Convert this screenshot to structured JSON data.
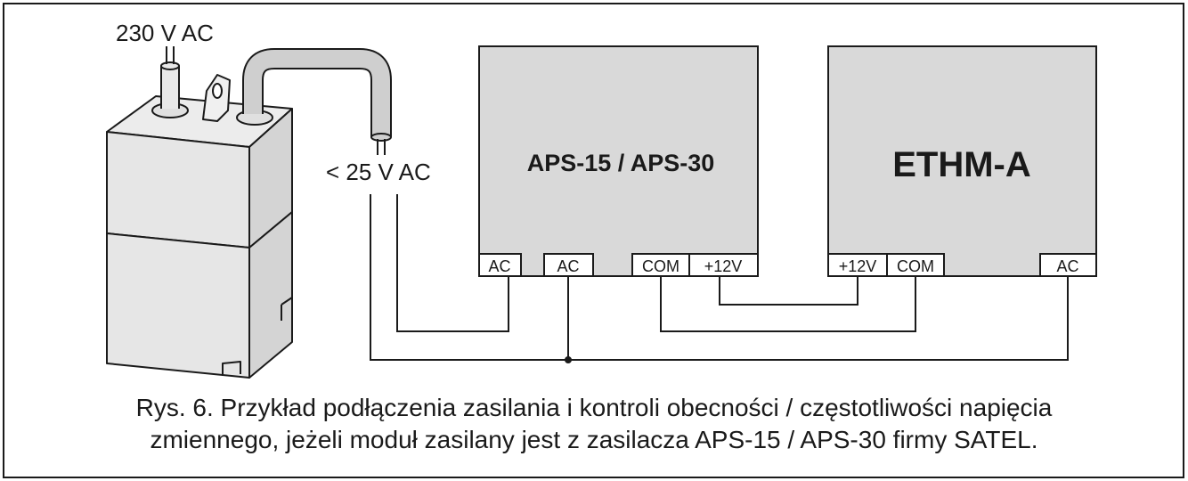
{
  "labels": {
    "mains_voltage": "230 V AC",
    "secondary_voltage": "< 25 V AC"
  },
  "psu": {
    "title": "APS-15 / APS-30",
    "terminals": [
      "AC",
      "AC",
      "COM",
      "+12V"
    ]
  },
  "module": {
    "title": "ETHM-A",
    "terminals": [
      "+12V",
      "COM",
      "AC"
    ]
  },
  "caption": {
    "line1": "Rys. 6. Przykład podłączenia zasilania i kontroli obecności / częstotliwości napięcia",
    "line2": "zmiennego, jeżeli moduł zasilany jest z zasilacza APS-15 / APS-30 firmy SATEL."
  },
  "colors": {
    "box_fill": "#d9d9d9",
    "line": "#1a1a1a",
    "transformer_body": "#e6e6e6",
    "transformer_side": "#d4d4d4",
    "cable": "#cfcfcf"
  }
}
